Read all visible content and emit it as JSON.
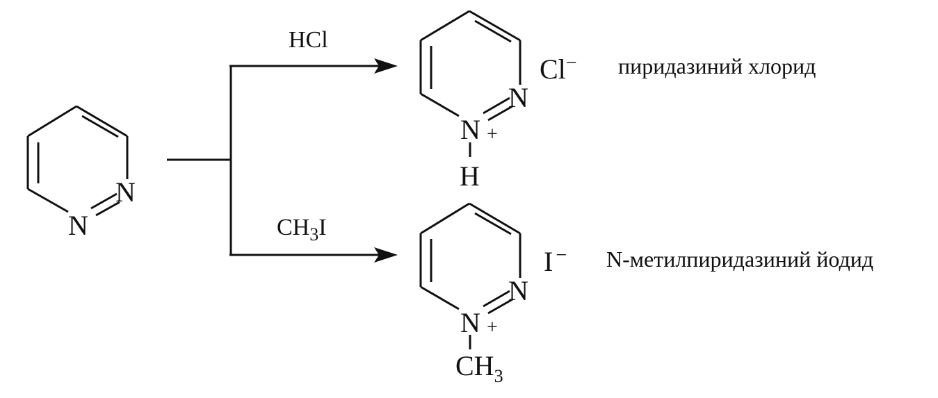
{
  "reactant": {
    "atoms": {
      "n1": "N",
      "n2": "N"
    }
  },
  "reactions": [
    {
      "reagent": "HCl",
      "product_atoms": {
        "n_ring": "N",
        "n_charged": "N",
        "charge": "+",
        "substituent": "H"
      },
      "counter_ion": {
        "symbol": "Cl",
        "charge": "−"
      },
      "name": "пиридазиний хлорид"
    },
    {
      "reagent": {
        "main": "CH",
        "sub": "3",
        "tail": "I"
      },
      "product_atoms": {
        "n_ring": "N",
        "n_charged": "N",
        "charge": "+",
        "substituent_main": "CH",
        "substituent_sub": "3"
      },
      "counter_ion": {
        "symbol": "I",
        "charge": "−"
      },
      "name": "N-метилпиридазиний йодид"
    }
  ]
}
